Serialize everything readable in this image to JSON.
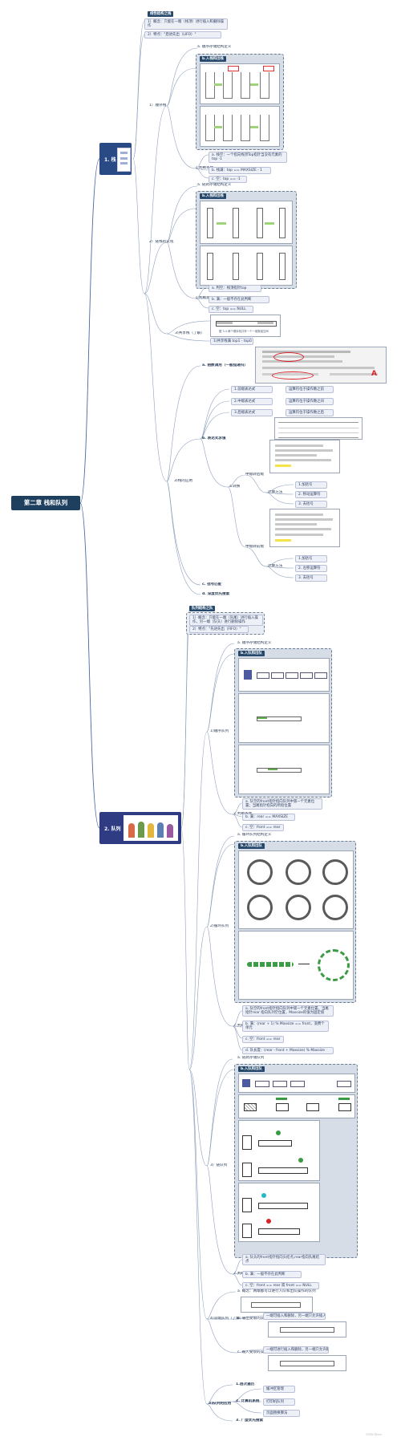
{
  "root": {
    "title": "第二章 栈和队列"
  },
  "stack": {
    "title": "1. 栈",
    "def_header": "线性结构之栈",
    "def_concept": "1）概念：只能在一端（栈顶）进行插入和删除操作",
    "def_feature": "2）特点：\"后进先出（LIFO）\"",
    "seq_stack": {
      "label": "1）顺序栈",
      "intro": "a. 顺序存储结构定义",
      "diagram_title": "b.入栈和出栈",
      "check_label": "c.判断条件",
      "conds": [
        "a. 栈空：一个指向栈顶Top指针当没有元素的 top -1",
        "b. 栈满：top == MAXSIZE - 1",
        "c. 空：top == -1"
      ]
    },
    "link_stack": {
      "label": "2）链栈的实现",
      "intro": "a. 链式存储结构定义",
      "diagram_title": "b.入栈和出栈",
      "check_label": "c.判断条件",
      "conds": [
        "a. 判空：栈顶指针top",
        "b. 满：一般不存在此判断",
        "c. 空：top == NULL"
      ]
    },
    "shared": {
      "label": "3)共享栈（了解）",
      "caption": "图 3.4  两个顺序栈共享一个一维数组空间",
      "note": "1)共享栈满 top1 - top0 = 1"
    },
    "apps": {
      "label": "3)栈的应用",
      "items": [
        "a. 函数调用（一般指递归）",
        "b. 表达式求值",
        "c. 括号匹配",
        "d. 深度优先搜索"
      ],
      "expr": {
        "forms": [
          "1.前缀表达式",
          "2.中缀表达式",
          "3.后缀表达式"
        ],
        "descs": [
          "运算符位于操作数之前",
          "运算符位于操作数之间",
          "运算符位于操作数之后"
        ],
        "convert": "a.转换",
        "infix_to": "中缀转后缀",
        "infix_to_pre": "中缀转前缀",
        "alg_label": "计算方法",
        "steps_post": [
          "1.加括号",
          "2. 移动运算符",
          "3. 去括号"
        ],
        "steps_pre": [
          "1.加括号",
          "2. 左移运算符",
          "3. 去括号"
        ]
      }
    }
  },
  "queue": {
    "title": "2. 队列",
    "def_header": "队列结构之队",
    "def_concept": "1）概念：只能在一端（队尾）进行插入操作，另一端（队头）进行删除操作",
    "def_feature": "2）特点：\"先进先出（FIFO）\"",
    "seq_queue": {
      "label": "1)顺序队列",
      "intro": "a. 顺序存储结构定义",
      "diagram_title": "b.入队和出队",
      "check_label": "c.判断条件",
      "conds": [
        "a. 队空的front指针指向队列中第一个元素位置；当尾指针指向的所指位置",
        "b. 满：rear == MAXSIZE",
        "c. 空：front == rear"
      ]
    },
    "circ_queue": {
      "label": "2)循环队列",
      "intro": "a. 循环队列结构定义",
      "diagram_title": "b.入队和出队",
      "check_label": "c.判断条件",
      "conds": [
        "a. 队空的front指针指向队列中第一个元素位置，当尾指针rear 指向队列空位置，Maxsize的值为固定值",
        "b. 满：(rear + 1) % Maxsize == front，浪费个单元",
        "c. 空：front == rear",
        "d. 队长度：(rear - front + Maxsize) % Maxsize"
      ]
    },
    "link_queue": {
      "label": "3）链队列",
      "intro": "a. 链式存储队列",
      "diagram_title": "b.入队和出队",
      "check_label": "c.判断条件",
      "conds": [
        "a. 队头的front指针指向头结点,rear指向队尾结点",
        "b. 满：一般不存在此判断",
        "c. 空：front == rear 或 front == NULL"
      ]
    },
    "deque": {
      "label": "4)双端队列（了解）",
      "items": [
        "a. 概念：两端都可以进行入队和出队操作的队列",
        "b. 输出受限的双端队列",
        "c. 输入受限的双端队列"
      ],
      "b_note": "一端可插入和删除，另一端只允许插入",
      "c_note": "一端可进行插入和删除，另一端只允许删除"
    },
    "apps": {
      "label": "3)队列的应用",
      "items": [
        "1.层次遍历",
        "2. 计算机系统",
        "3. 广度优先搜索"
      ],
      "sys": [
        "缓冲区管理",
        "打印机队列",
        "页面替换算法"
      ]
    }
  },
  "footer": {
    "watermark": "CSDN @xxx"
  }
}
